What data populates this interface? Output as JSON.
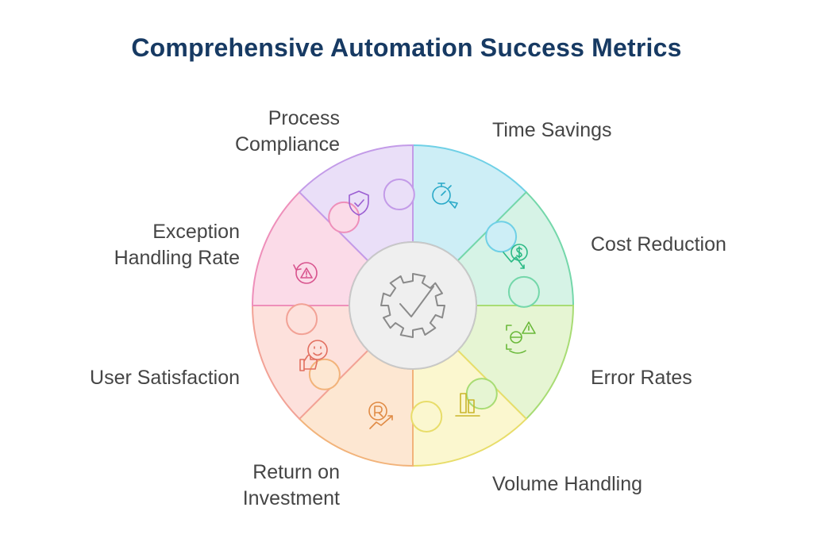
{
  "title": "Comprehensive Automation Success Metrics",
  "segments": [
    {
      "id": "time-savings",
      "label": "Time Savings",
      "icon": "stopwatch-icon",
      "color": "#cdeef6",
      "stroke": "#6fd0e6"
    },
    {
      "id": "cost-reduction",
      "label": "Cost Reduction",
      "icon": "dollar-down-icon",
      "color": "#d6f3e6",
      "stroke": "#74d7aa"
    },
    {
      "id": "error-rates",
      "label": "Error Rates",
      "icon": "error-scan-icon",
      "color": "#e6f5d3",
      "stroke": "#a8dc74"
    },
    {
      "id": "volume-handling",
      "label": "Volume Handling",
      "icon": "bar-chart-icon",
      "color": "#fbf7cf",
      "stroke": "#e8dd6a"
    },
    {
      "id": "return-on-investment",
      "label": "Return on Investment",
      "icon": "roi-growth-icon",
      "color": "#fde7d2",
      "stroke": "#f2b37a"
    },
    {
      "id": "user-satisfaction",
      "label": "User Satisfaction",
      "icon": "thumbs-up-smile-icon",
      "color": "#fde1dc",
      "stroke": "#f2a296"
    },
    {
      "id": "exception-handling-rate",
      "label": "Exception Handling Rate",
      "icon": "warning-refresh-icon",
      "color": "#fbdbe8",
      "stroke": "#ee8fba"
    },
    {
      "id": "process-compliance",
      "label": "Process Compliance",
      "icon": "shield-check-icon",
      "color": "#eadff8",
      "stroke": "#c39be8"
    }
  ],
  "labels": {
    "time_savings": "Time Savings",
    "cost_reduction": "Cost Reduction",
    "error_rates": "Error Rates",
    "volume_handling": "Volume Handling",
    "roi_line1": "Return on",
    "roi_line2": "Investment",
    "user_satisfaction": "User Satisfaction",
    "exception_line1": "Exception",
    "exception_line2": "Handling Rate",
    "compliance_line1": "Process",
    "compliance_line2": "Compliance"
  },
  "center": {
    "icon": "gear-check-icon",
    "color": "#efefef",
    "stroke": "#c8c8c8"
  }
}
